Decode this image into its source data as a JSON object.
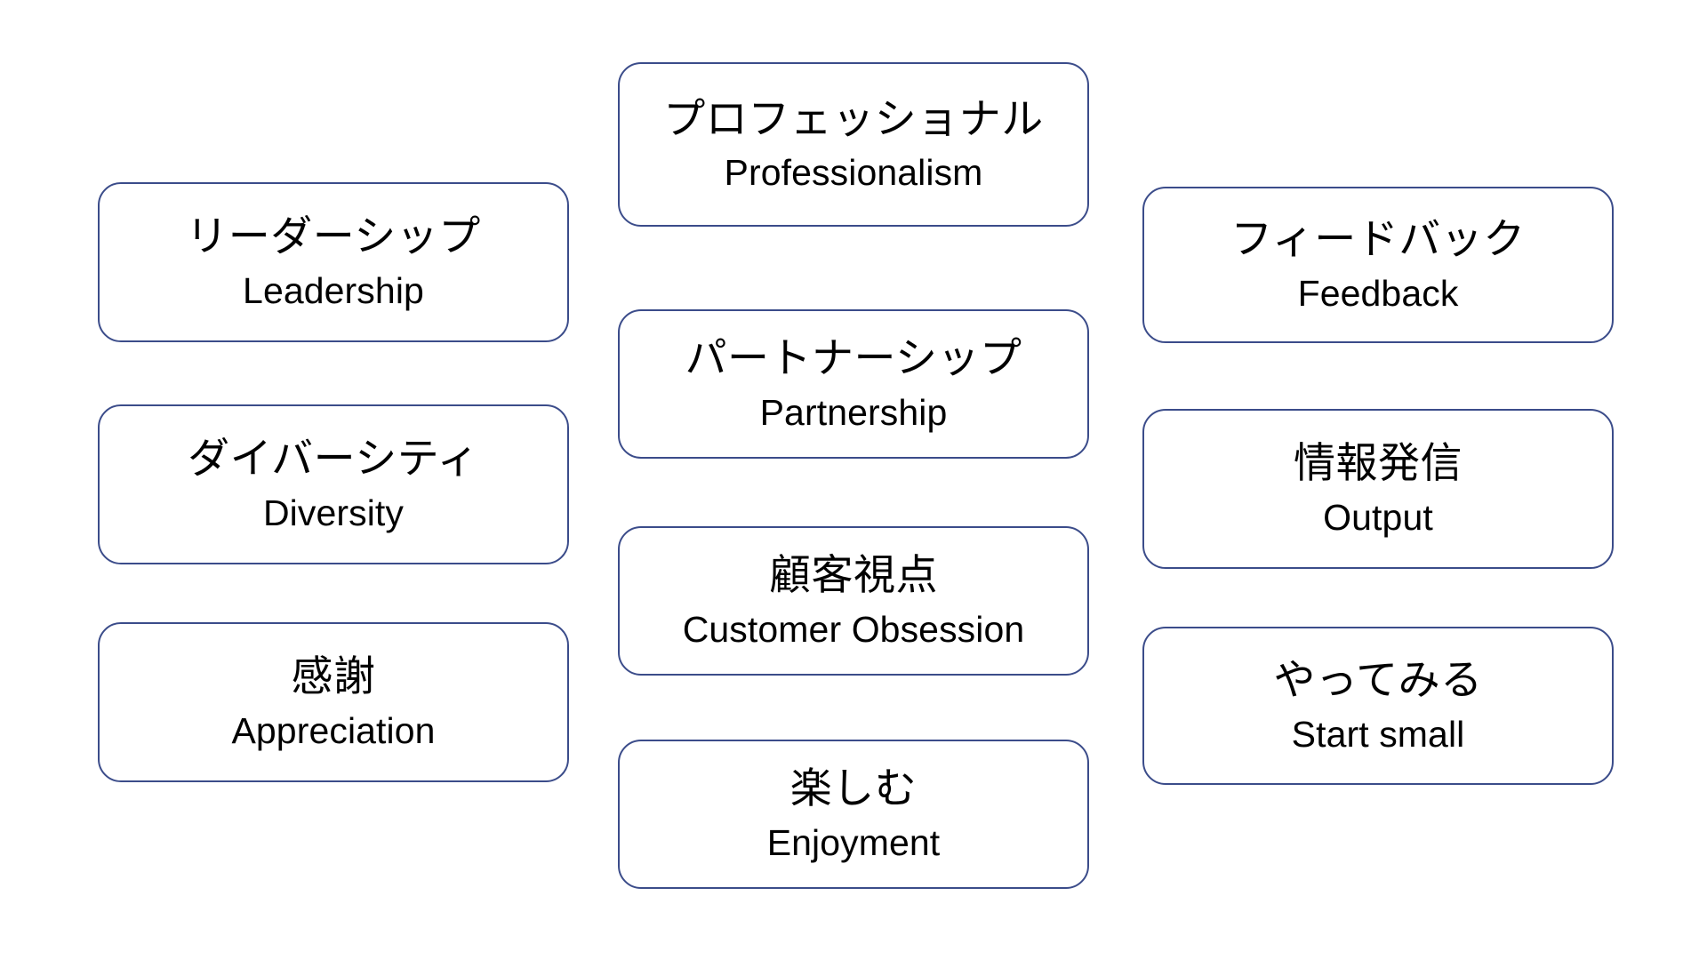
{
  "slide": {
    "background_color": "#FFFFFF",
    "card_border_color": "#3B4C8A",
    "card_fill_color": "#FFFFFF",
    "text_color": "#000000"
  },
  "columns": [
    {
      "name": "left-column",
      "cards": [
        {
          "id": "leadership",
          "jp": "リーダーシップ",
          "en": "Leadership"
        },
        {
          "id": "diversity",
          "jp": "ダイバーシティ",
          "en": "Diversity"
        },
        {
          "id": "appreciation",
          "jp": "感謝",
          "en": "Appreciation"
        }
      ]
    },
    {
      "name": "middle-column",
      "cards": [
        {
          "id": "professionalism",
          "jp": "プロフェッショナル",
          "en": "Professionalism"
        },
        {
          "id": "partnership",
          "jp": "パートナーシップ",
          "en": "Partnership"
        },
        {
          "id": "customer",
          "jp": "顧客視点",
          "en": "Customer Obsession"
        },
        {
          "id": "enjoyment",
          "jp": "楽しむ",
          "en": "Enjoyment"
        }
      ]
    },
    {
      "name": "right-column",
      "cards": [
        {
          "id": "feedback",
          "jp": "フィードバック",
          "en": "Feedback"
        },
        {
          "id": "output",
          "jp": "情報発信",
          "en": "Output"
        },
        {
          "id": "startsmall",
          "jp": "やってみる",
          "en": "Start small"
        }
      ]
    }
  ]
}
